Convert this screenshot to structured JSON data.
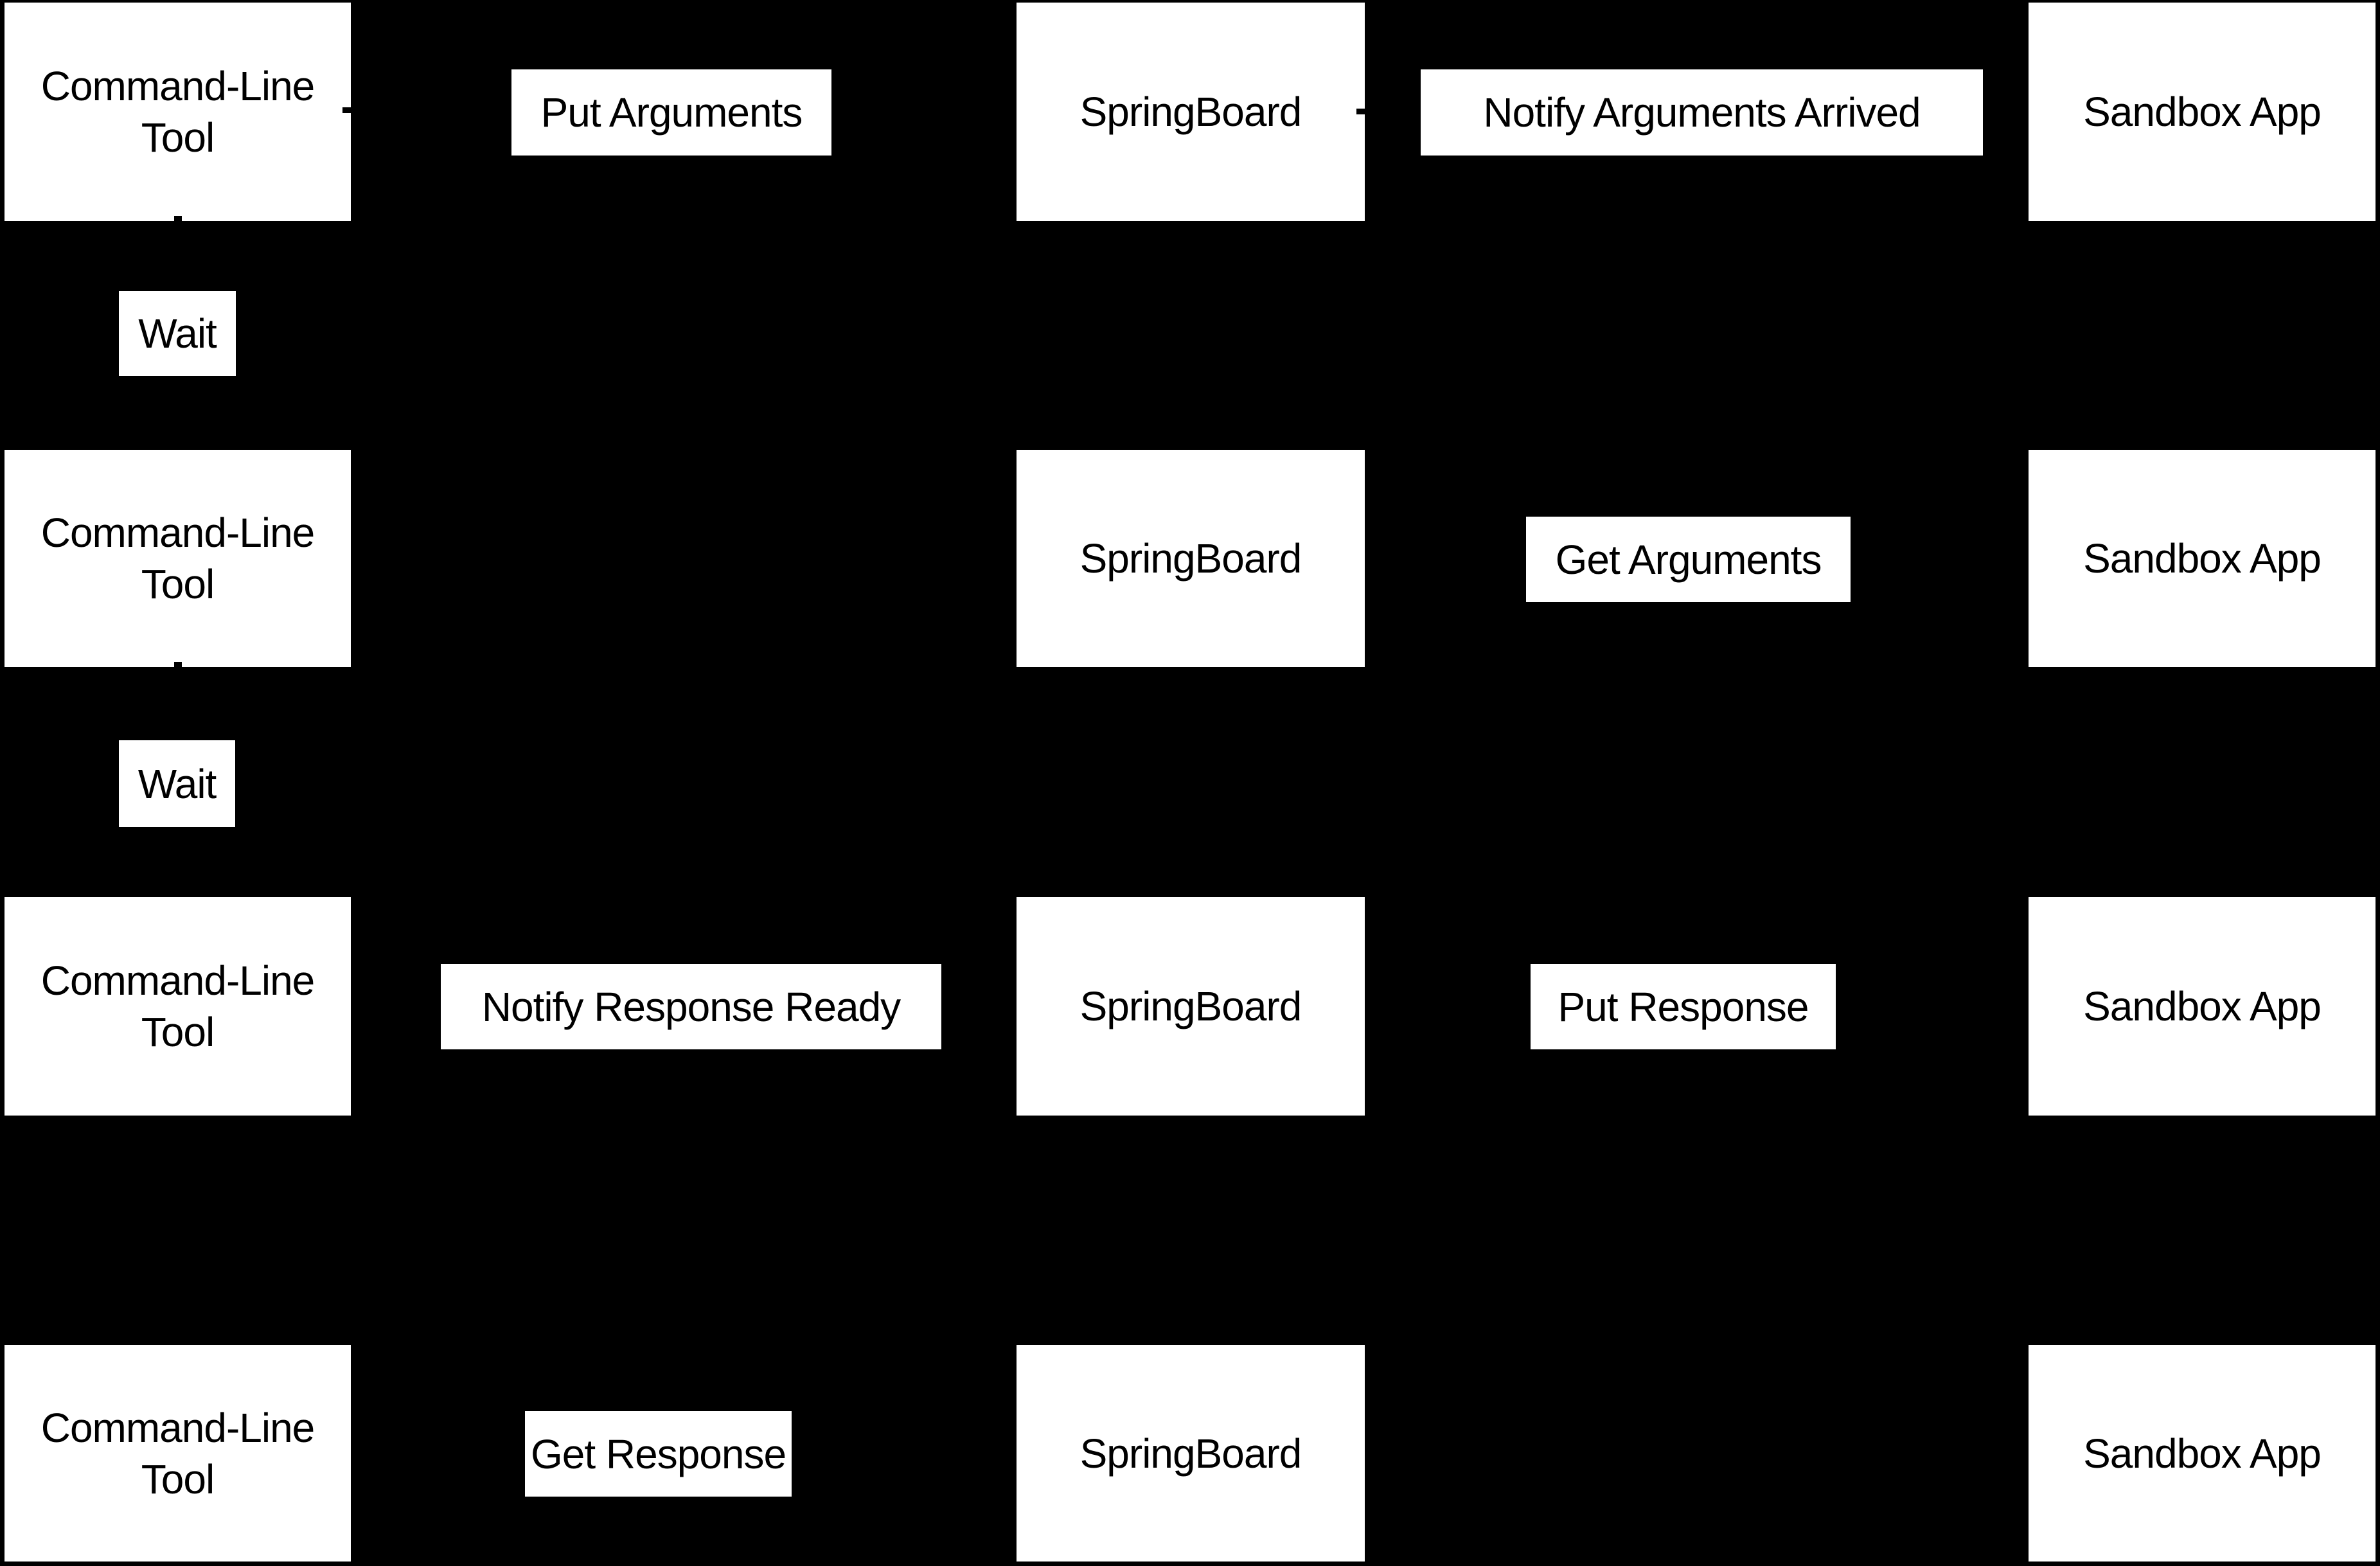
{
  "colors": {
    "background": "#000000",
    "node_fill": "#ffffff",
    "node_text": "#000000"
  },
  "rows": [
    {
      "clt": "Command-Line Tool",
      "springboard": "SpringBoard",
      "sandbox": "Sandbox App"
    },
    {
      "clt": "Command-Line Tool",
      "springboard": "SpringBoard",
      "sandbox": "Sandbox App"
    },
    {
      "clt": "Command-Line Tool",
      "springboard": "SpringBoard",
      "sandbox": "Sandbox App"
    },
    {
      "clt": "Command-Line Tool",
      "springboard": "SpringBoard",
      "sandbox": "Sandbox App"
    }
  ],
  "messages": {
    "put_arguments": "Put Arguments",
    "notify_arguments_arrived": "Notify Arguments Arrived",
    "wait_1": "Wait",
    "get_arguments": "Get Arguments",
    "wait_2": "Wait",
    "notify_response_ready": "Notify Response Ready",
    "put_response": "Put Response",
    "get_response": "Get Response"
  }
}
